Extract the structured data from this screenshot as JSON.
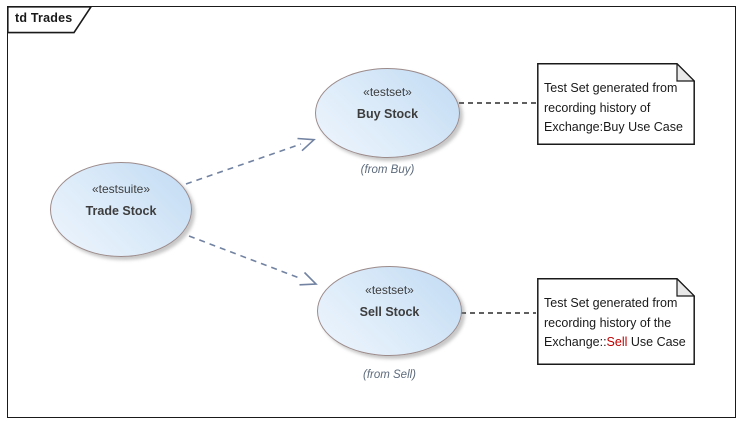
{
  "frame": {
    "title": "td Trades"
  },
  "nodes": {
    "trade": {
      "stereotype": "«testsuite»",
      "name": "Trade Stock"
    },
    "buy": {
      "stereotype": "«testset»",
      "name": "Buy Stock",
      "from": "(from Buy)"
    },
    "sell": {
      "stereotype": "«testset»",
      "name": "Sell Stock",
      "from": "(from Sell)"
    }
  },
  "notes": {
    "buy": {
      "line1": "Test Set generated from",
      "line2": "recording history of",
      "line3": "Exchange:Buy Use Case"
    },
    "sell": {
      "line1": "Test Set generated from",
      "line2": "recording history of the",
      "line3_prefix": "Exchange::",
      "line3_highlight": "Sell",
      "line3_suffix": " Use Case"
    }
  },
  "colors": {
    "ellipse_fill_light": "#eef5fd",
    "ellipse_fill_dark": "#c0daf3",
    "ellipse_border": "#9c8b8b",
    "dependency_arrow": "#7283a2",
    "note_link": "#2b2b2b",
    "note_border": "#1a1a1a",
    "note_fold": "#e9e9e9",
    "note_highlight": "#c00000",
    "from_label": "#5d6b7c",
    "frame_border": "#1a1a1a"
  }
}
